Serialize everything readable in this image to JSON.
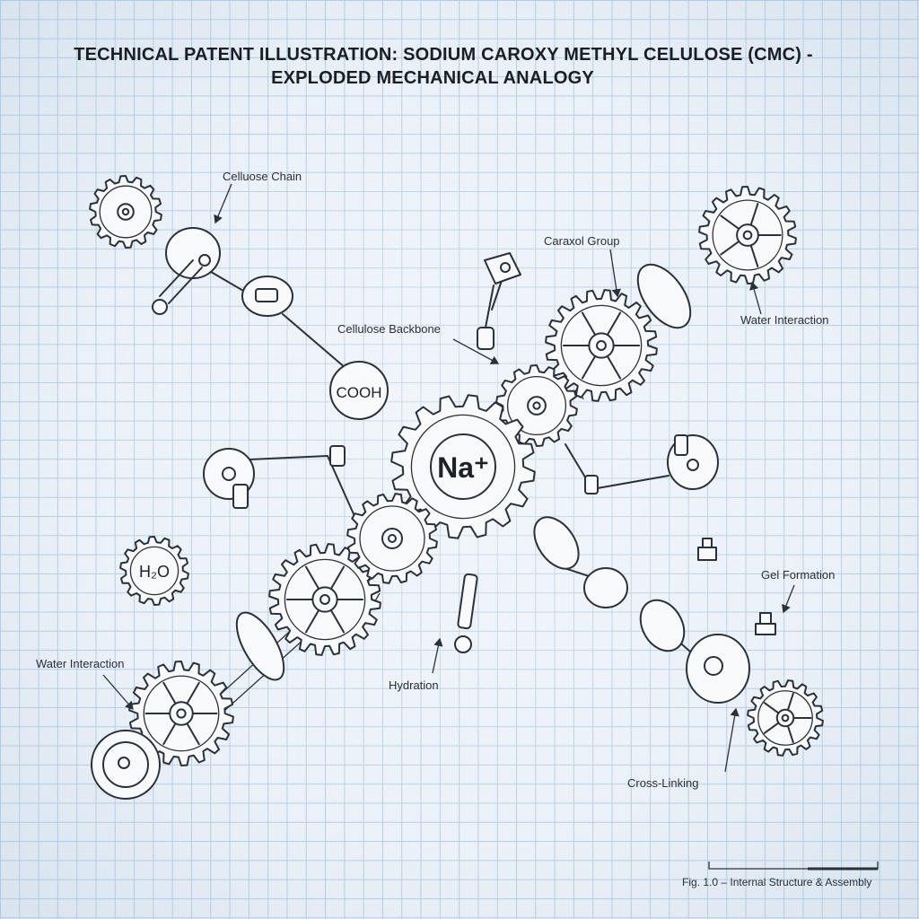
{
  "title": {
    "line1": "TECHNICAL PATENT ILLUSTRATION: SODIUM CAROXY METHYL CELULOSE (CMC) -",
    "line2": "EXPLODED MECHANICAL ANALOGY"
  },
  "labels": {
    "cellulose_chain": "Celluose Chain",
    "caraxol_group": "Caraxol Group",
    "water_interaction_top": "Water Interaction",
    "cellulose_backbone": "Cellulose Backbone",
    "gel_formation": "Gel Formation",
    "water_interaction_left": "Water Interaction",
    "hydration": "Hydration",
    "cross_linking": "Cross-Linking",
    "figure_caption": "Fig. 1.0 – Internal Structure & Assembly"
  },
  "part_text": {
    "center_gear": "Na⁺",
    "cooh_disc": "COOH",
    "h2o_gear": "H₂O"
  },
  "colors": {
    "grid_line": "#b9cde0",
    "ink": "#2b3138",
    "paper": "#eaf1f8"
  }
}
